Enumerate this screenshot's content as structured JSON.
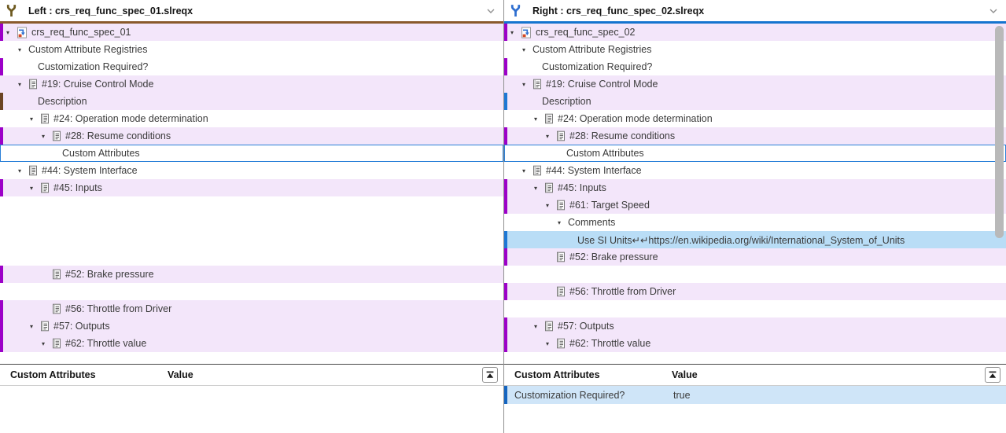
{
  "colors": {
    "changed_row_bg": "#f3e6fa",
    "modified_marker": "#9c00c8",
    "left_only_marker": "#6b4423",
    "right_only_marker": "#1d78d4",
    "inserted_row_bg": "#b9ddf6",
    "selection_border": "#2a80d8",
    "left_accent_line": "#8a5a2c",
    "right_accent_line": "#1574cf",
    "left_branch_icon": "#6e5a20",
    "right_branch_icon": "#2f6fd0",
    "attr_highlight_bg": "#cfe5f8",
    "attr_highlight_border": "#1565c0"
  },
  "left": {
    "header_title": "Left : crs_req_func_spec_01.slreqx",
    "tree_rows": [
      {
        "kind": "node",
        "label": "crs_req_func_spec_01",
        "indent": 0,
        "arrow": true,
        "icon": "reqset-file",
        "bg": "lav",
        "marker": "modified"
      },
      {
        "kind": "node",
        "label": "Custom Attribute Registries",
        "indent": 1,
        "arrow": true,
        "bg": "white"
      },
      {
        "kind": "prop",
        "label": "Customization Required?",
        "indent": 2,
        "bg": "white",
        "marker": "modified"
      },
      {
        "kind": "node",
        "label": "#19: Cruise Control Mode",
        "indent": 1,
        "arrow": true,
        "icon": "requirement-doc",
        "bg": "lav"
      },
      {
        "kind": "prop",
        "label": "Description",
        "indent": 2,
        "bg": "lav",
        "marker": "left-only"
      },
      {
        "kind": "node",
        "label": "#24: Operation mode determination",
        "indent": 2,
        "arrow": true,
        "icon": "requirement-doc",
        "bg": "white"
      },
      {
        "kind": "node",
        "label": "#28: Resume conditions",
        "indent": 3,
        "arrow": true,
        "icon": "requirement-doc",
        "bg": "lav",
        "marker": "modified"
      },
      {
        "kind": "prop",
        "label": "Custom Attributes",
        "indent": 4,
        "bg": "white",
        "selected": true
      },
      {
        "kind": "node",
        "label": "#44: System Interface",
        "indent": 1,
        "arrow": true,
        "icon": "requirement-doc",
        "bg": "white"
      },
      {
        "kind": "node",
        "label": "#45: Inputs",
        "indent": 2,
        "arrow": true,
        "icon": "requirement-doc",
        "bg": "lav",
        "marker": "modified"
      },
      {
        "kind": "blank"
      },
      {
        "kind": "blank"
      },
      {
        "kind": "blank"
      },
      {
        "kind": "blank"
      },
      {
        "kind": "node",
        "label": "#52: Brake pressure",
        "indent": 3,
        "arrow": false,
        "icon": "requirement-doc",
        "bg": "lav",
        "marker": "modified"
      },
      {
        "kind": "blank"
      },
      {
        "kind": "node",
        "label": "#56: Throttle from Driver",
        "indent": 3,
        "arrow": false,
        "icon": "requirement-doc",
        "bg": "lav",
        "marker": "modified"
      },
      {
        "kind": "node",
        "label": "#57: Outputs",
        "indent": 2,
        "arrow": true,
        "icon": "requirement-doc",
        "bg": "lav",
        "marker": "modified"
      },
      {
        "kind": "node",
        "label": "#62: Throttle value",
        "indent": 3,
        "arrow": true,
        "icon": "requirement-doc",
        "bg": "lav",
        "marker": "modified"
      }
    ],
    "attr_table": {
      "col_attr": "Custom Attributes",
      "col_value": "Value",
      "rows": []
    }
  },
  "right": {
    "header_title": "Right : crs_req_func_spec_02.slreqx",
    "has_scrollbar": true,
    "tree_rows": [
      {
        "kind": "node",
        "label": "crs_req_func_spec_02",
        "indent": 0,
        "arrow": true,
        "icon": "reqset-file",
        "bg": "lav",
        "marker": "modified"
      },
      {
        "kind": "node",
        "label": "Custom Attribute Registries",
        "indent": 1,
        "arrow": true,
        "bg": "white"
      },
      {
        "kind": "prop",
        "label": "Customization Required?",
        "indent": 2,
        "bg": "white",
        "marker": "modified"
      },
      {
        "kind": "node",
        "label": "#19: Cruise Control Mode",
        "indent": 1,
        "arrow": true,
        "icon": "requirement-doc",
        "bg": "lav"
      },
      {
        "kind": "prop",
        "label": "Description",
        "indent": 2,
        "bg": "lav",
        "marker": "right-only"
      },
      {
        "kind": "node",
        "label": "#24: Operation mode determination",
        "indent": 2,
        "arrow": true,
        "icon": "requirement-doc",
        "bg": "white"
      },
      {
        "kind": "node",
        "label": "#28: Resume conditions",
        "indent": 3,
        "arrow": true,
        "icon": "requirement-doc",
        "bg": "lav",
        "marker": "modified"
      },
      {
        "kind": "prop",
        "label": "Custom Attributes",
        "indent": 4,
        "bg": "white",
        "selected": true
      },
      {
        "kind": "node",
        "label": "#44: System Interface",
        "indent": 1,
        "arrow": true,
        "icon": "requirement-doc",
        "bg": "white"
      },
      {
        "kind": "node",
        "label": "#45: Inputs",
        "indent": 2,
        "arrow": true,
        "icon": "requirement-doc",
        "bg": "lav",
        "marker": "modified"
      },
      {
        "kind": "node",
        "label": "#61: Target Speed",
        "indent": 3,
        "arrow": true,
        "icon": "requirement-doc",
        "bg": "lav",
        "marker": "modified"
      },
      {
        "kind": "node",
        "label": "Comments",
        "indent": 4,
        "arrow": true,
        "bg": "white"
      },
      {
        "kind": "prop",
        "label": "Use SI Units↵↵https://en.wikipedia.org/wiki/International_System_of_Units",
        "indent": 5,
        "bg": "blue",
        "marker": "right-only"
      },
      {
        "kind": "node",
        "label": "#52: Brake pressure",
        "indent": 3,
        "arrow": false,
        "icon": "requirement-doc",
        "bg": "lav",
        "marker": "modified"
      },
      {
        "kind": "blank"
      },
      {
        "kind": "node",
        "label": "#56: Throttle from Driver",
        "indent": 3,
        "arrow": false,
        "icon": "requirement-doc",
        "bg": "lav",
        "marker": "modified"
      },
      {
        "kind": "blank"
      },
      {
        "kind": "node",
        "label": "#57: Outputs",
        "indent": 2,
        "arrow": true,
        "icon": "requirement-doc",
        "bg": "lav",
        "marker": "modified"
      },
      {
        "kind": "node",
        "label": "#62: Throttle value",
        "indent": 3,
        "arrow": true,
        "icon": "requirement-doc",
        "bg": "lav",
        "marker": "modified"
      }
    ],
    "attr_table": {
      "col_attr": "Custom Attributes",
      "col_value": "Value",
      "rows": [
        {
          "attr": "Customization Required?",
          "value": "true",
          "highlighted": true
        }
      ]
    }
  }
}
